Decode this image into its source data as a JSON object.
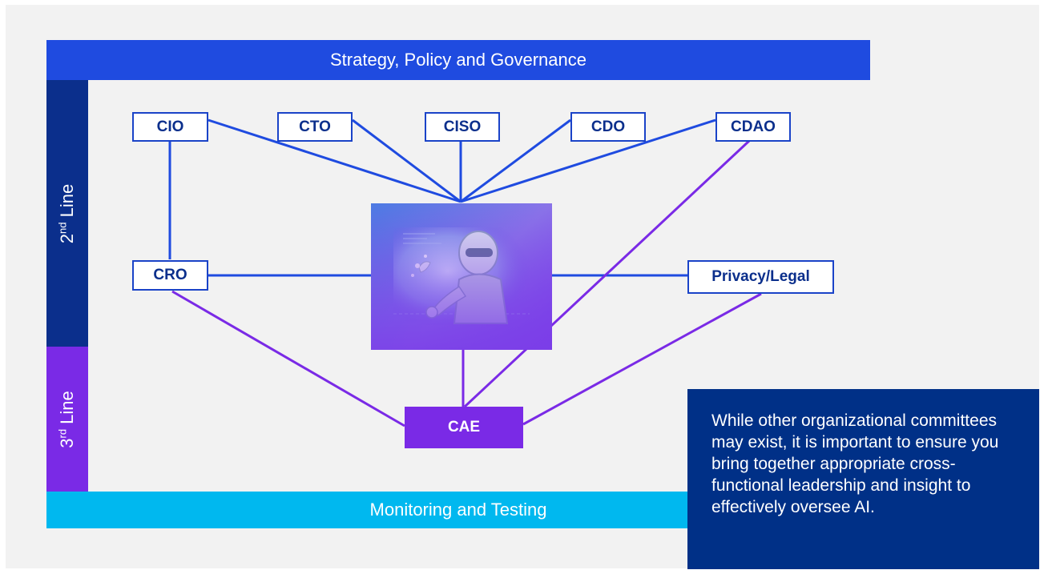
{
  "diagram": {
    "top_band": "Strategy, Policy and Governance",
    "bottom_band": "Monitoring and Testing",
    "second_line": {
      "ordinal": "2",
      "suffix": "nd",
      "word": "Line"
    },
    "third_line": {
      "ordinal": "3",
      "suffix": "rd",
      "word": "Line"
    },
    "roles": {
      "cio": "CIO",
      "cto": "CTO",
      "ciso": "CISO",
      "cdo": "CDO",
      "cdao": "CDAO",
      "cro": "CRO",
      "privacy_legal": "Privacy/Legal",
      "cae": "CAE"
    },
    "colors": {
      "second_line_links": "#1f4be0",
      "third_line_links": "#7a2ae6",
      "cae_fill": "#7a2ae6",
      "governance_band": "#1f4be0",
      "monitoring_band": "#00b8ef",
      "second_line_bar": "#0b2f8c"
    },
    "center_image": "ai-robot-image"
  },
  "note": {
    "text": "While other organizational committees may exist, it is important to ensure you bring together appropriate cross-functional leadership and insight to effectively oversee AI."
  }
}
